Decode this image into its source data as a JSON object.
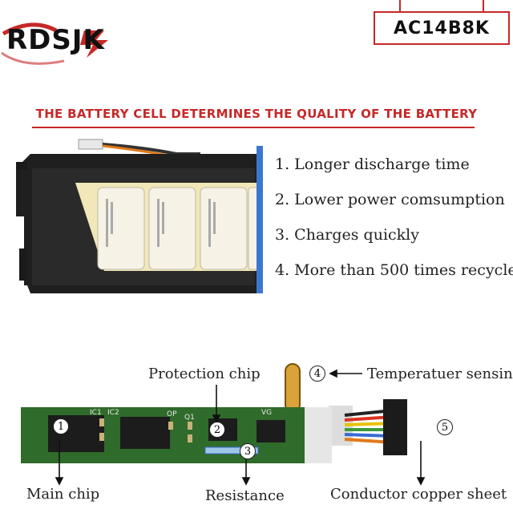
{
  "brand": {
    "name": "RDSJK"
  },
  "model": {
    "code": "AC14B8K"
  },
  "headline": "THE BATTERY CELL DETERMINES THE QUALITY OF THE BATTERY",
  "features": [
    "1. Longer discharge time",
    "2. Lower power comsumption",
    "3. Charges quickly",
    "4. More than 500 times recycle"
  ],
  "pcb": {
    "silk": {
      "ic1": "IC1",
      "ic2": "IC2",
      "op": "OP",
      "q1": "Q1",
      "vg": "VG"
    },
    "markers": [
      "1",
      "2",
      "3",
      "4",
      "5"
    ]
  },
  "callouts": {
    "protection_chip": "Protection chip",
    "temperature_sensing": "Temperatuer sensing",
    "main_chip": "Main chip",
    "resistance": "Resistance",
    "conductor": "Conductor copper sheet"
  },
  "colors": {
    "accent": "#c62828",
    "pcb": "#2f6b2a",
    "battery_cell": "#f2e7b8",
    "battery_edge": "#3a78d0"
  }
}
